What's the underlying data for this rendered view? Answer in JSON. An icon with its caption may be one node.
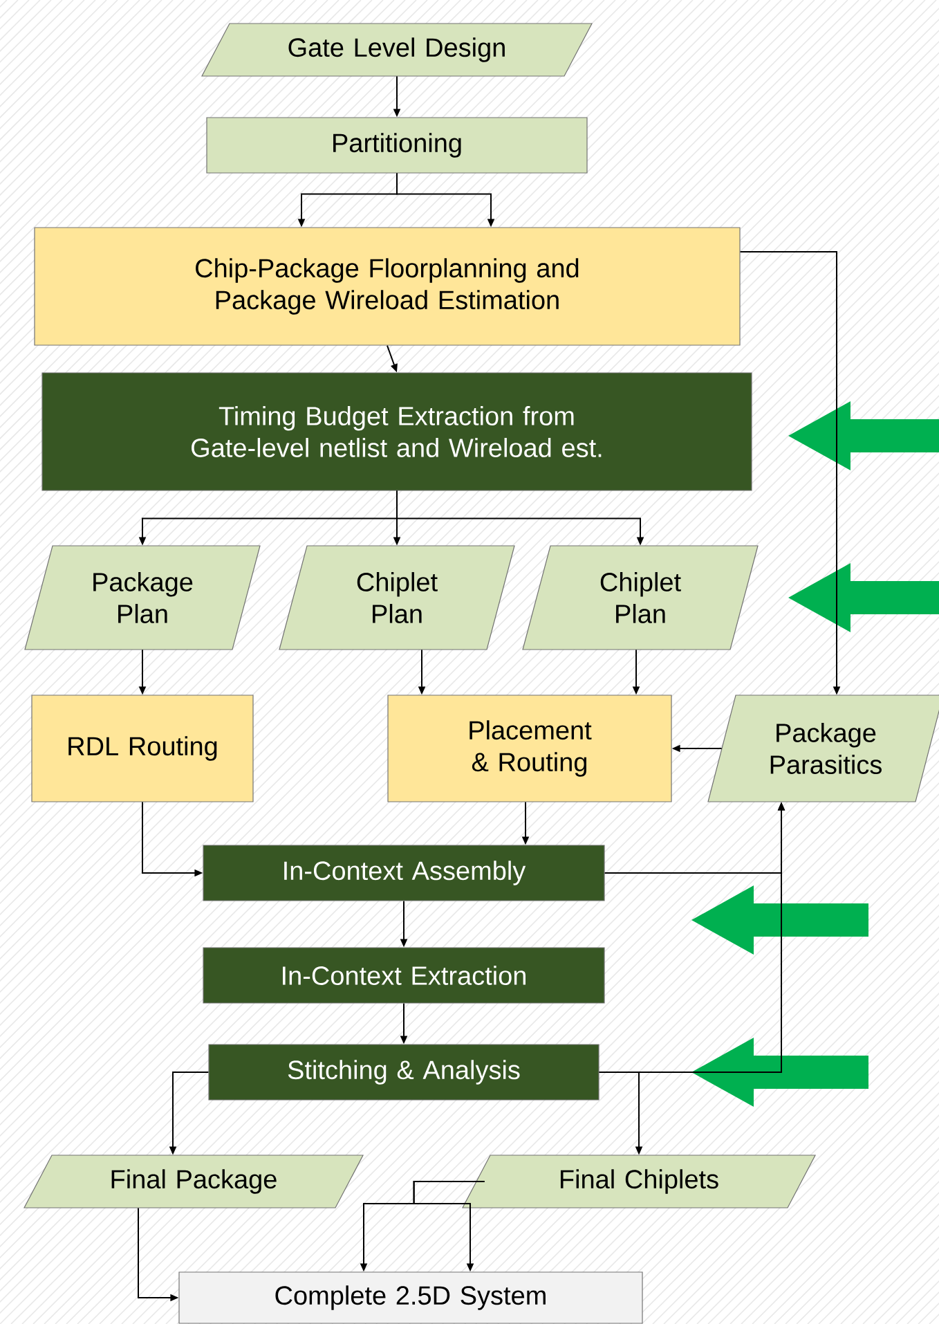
{
  "diagram": {
    "nodes": [
      {
        "text": [
          "Gate Level Design"
        ]
      },
      {
        "text": [
          "Partitioning"
        ]
      },
      {
        "text": [
          "Chip-Package Floorplanning and Package Wireload Estimation"
        ]
      },
      {
        "text": [
          "Timing Budget Extraction from Gate-level netlist and Wireload est."
        ]
      },
      {
        "text": [
          "Package Plan"
        ]
      },
      {
        "text": [
          "Chiplet Plan"
        ]
      },
      {
        "text": [
          "Chiplet Plan"
        ]
      },
      {
        "text": [
          "RDL Routing"
        ]
      },
      {
        "text": [
          "Placement & Routing"
        ]
      },
      {
        "text": [
          "Package Parasitics"
        ]
      },
      {
        "text": [
          "In-Context Assembly"
        ]
      },
      {
        "text": [
          "In-Context Extraction"
        ]
      },
      {
        "text": [
          "Stitching & Analysis"
        ]
      },
      {
        "text": [
          "Final Package"
        ]
      },
      {
        "text": [
          "Final Chiplets"
        ]
      },
      {
        "text": [
          "Complete 2.5D System"
        ]
      }
    ],
    "edges": [
      {
        "from": 0,
        "to": 1,
        "arrow": "to"
      },
      {
        "from": 1,
        "to": 2,
        "arrow": "to"
      },
      {
        "from": 1,
        "to": 2,
        "arrow": "to"
      },
      {
        "from": 2,
        "to": 3,
        "arrow": "to"
      },
      {
        "from": 2,
        "to": 9,
        "arrow": "to"
      },
      {
        "from": 3,
        "to": 4,
        "arrow": "to"
      },
      {
        "from": 3,
        "to": 5,
        "arrow": "to"
      },
      {
        "from": 3,
        "to": 6,
        "arrow": "to"
      },
      {
        "from": 4,
        "to": 7,
        "arrow": "to"
      },
      {
        "from": 5,
        "to": 8,
        "arrow": "to"
      },
      {
        "from": 6,
        "to": 8,
        "arrow": "to"
      },
      {
        "from": 9,
        "to": 8,
        "arrow": "to"
      },
      {
        "from": 7,
        "to": 10,
        "arrow": "to"
      },
      {
        "from": 8,
        "to": 10,
        "arrow": "to"
      },
      {
        "from": 10,
        "to": 9,
        "arrow": "to"
      },
      {
        "from": 12,
        "to": 9,
        "arrow": "to"
      },
      {
        "from": 10,
        "to": 11,
        "arrow": "to"
      },
      {
        "from": 11,
        "to": 12,
        "arrow": "to"
      },
      {
        "from": 12,
        "to": 13,
        "arrow": "to"
      },
      {
        "from": 12,
        "to": 14,
        "arrow": "to"
      },
      {
        "from": 13,
        "to": 15,
        "arrow": "to"
      },
      {
        "from": 14,
        "to": 15,
        "arrow": "to"
      },
      {
        "from": 14,
        "to": 15,
        "arrow": "to"
      }
    ]
  }
}
